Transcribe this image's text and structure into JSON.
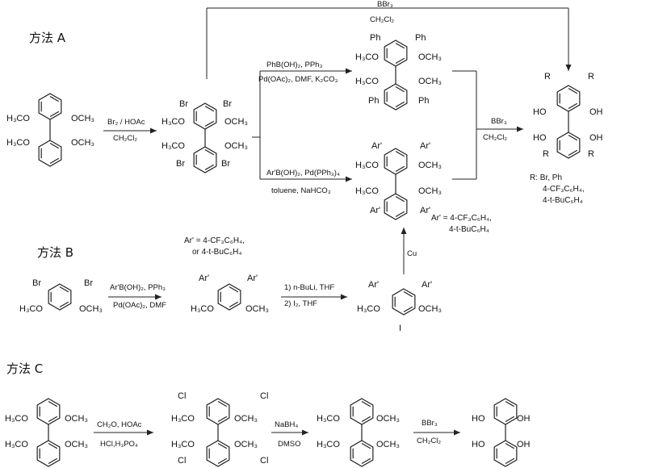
{
  "methods": {
    "a": "方法 A",
    "b": "方法 B",
    "c": "方法 C"
  },
  "reagents": {
    "top_bbr3": "BBr₃",
    "top_ch2cl2": "CH₂Cl₂",
    "brom_1": "Br₂ / HOAc",
    "brom_2": "CH₂Cl₂",
    "suzuki_ph_1": "PhB(OH)₂, PPh₃",
    "suzuki_ph_2": "Pd(OAc)₂, DMF, K₂CO₃",
    "suzuki_ar_1": "Ar'B(OH)₂, Pd(PPh₃)₄",
    "suzuki_ar_2": "toluene, NaHCO₃",
    "mid_bbr3": "BBr₃",
    "mid_ch2cl2": "CH₂Cl₂",
    "b_suzuki_1": "Ar'B(OH)₂, PPh₃",
    "b_suzuki_2": "Pd(OAc)₂, DMF",
    "b_lith_1": "1) n-BuLi, THF",
    "b_lith_2": "2) I₂, THF",
    "cu": "Cu",
    "c_step1_1": "CH₂O, HOAc",
    "c_step1_2": "HCl,H₃PO₄",
    "c_step2_1": "NaBH₄",
    "c_step2_2": "DMSO",
    "c_step3_1": "BBr₃",
    "c_step3_2": "CH₂Cl₂"
  },
  "notes": {
    "r_def": [
      "R: Br, Ph",
      "4-CF₃C₆H₄,",
      "4-t-BuC₆H₄"
    ],
    "ar_def": [
      "Ar' = 4-CF₃C₆H₄,",
      "4-t-BuC₆H₄"
    ],
    "b_ar_def": [
      "Ar' = 4-CF₃C₆H₄,",
      "or 4-t-BuC₆H₄"
    ]
  },
  "atoms": {
    "h3co": "H₃CO",
    "och3": "OCH₃",
    "br": "Br",
    "ph": "Ph",
    "arp": "Ar'",
    "r": "R",
    "ho": "HO",
    "oh": "OH",
    "cl": "Cl",
    "i": "I"
  }
}
